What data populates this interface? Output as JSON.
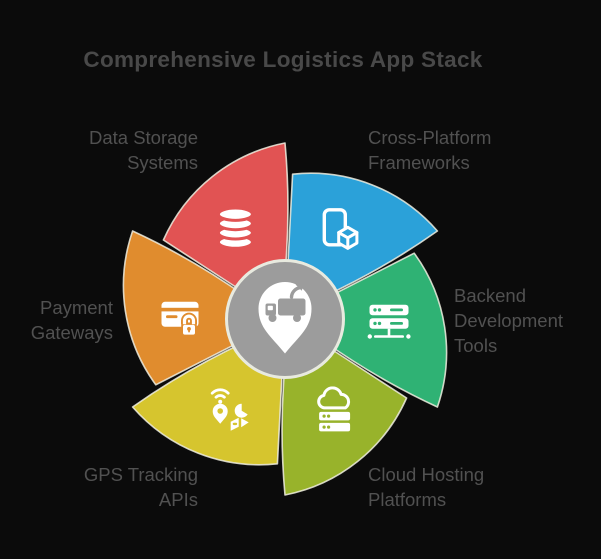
{
  "title": "Comprehensive Logistics App Stack",
  "theme": {
    "background": "#0b0b0b",
    "title_color": "#494949",
    "label_color": "#515151",
    "blade_stroke": "#f0eee0",
    "center_fill": "#9c9c9c",
    "center_ring": "#e8eadf",
    "icon_color": "#ffffff"
  },
  "center": {
    "icon": "delivery-truck-pin-icon"
  },
  "segments": [
    {
      "label": "Data Storage Systems",
      "color": "#e15353",
      "icon": "database-icon"
    },
    {
      "label": "Cross-Platform Frameworks",
      "color": "#2ba1d9",
      "icon": "mobile-cube-icon"
    },
    {
      "label": "Backend Development Tools",
      "color": "#2fb274",
      "icon": "server-network-icon"
    },
    {
      "label": "Cloud Hosting Platforms",
      "color": "#98b32b",
      "icon": "cloud-server-icon"
    },
    {
      "label": "GPS Tracking APIs",
      "color": "#d6c52e",
      "icon": "gps-tracking-icon"
    },
    {
      "label": "Payment Gateways",
      "color": "#e08c2e",
      "icon": "payment-security-icon"
    }
  ]
}
